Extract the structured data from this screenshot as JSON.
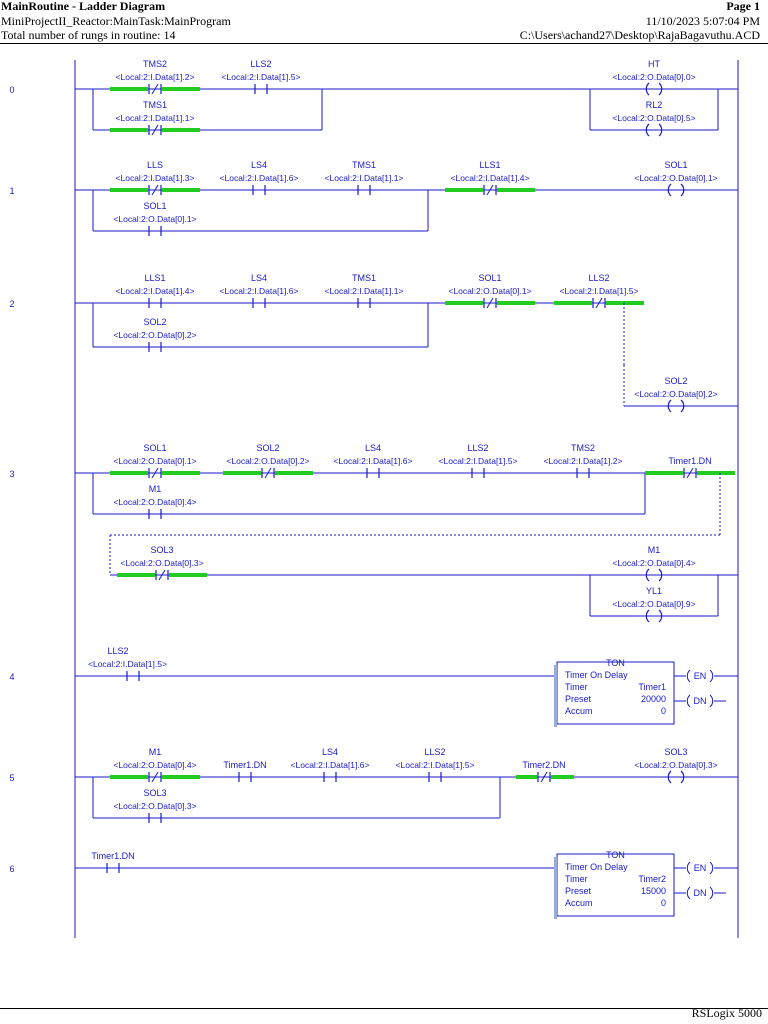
{
  "header": {
    "title": "MainRoutine - Ladder Diagram",
    "page": "Page 1",
    "program_path": "MiniProjectII_Reactor:MainTask:MainProgram",
    "timestamp": "11/10/2023 5:07:04 PM",
    "rung_count": "Total number of rungs in routine: 14",
    "file_path": "C:\\Users\\achand27\\Desktop\\RajaBagavuthu.ACD"
  },
  "footer": {
    "product": "RSLogix 5000"
  },
  "colors": {
    "wire": "#1a1acc",
    "energized": "#22cc22",
    "text": "#1a1acc"
  },
  "rungs": [
    {
      "number": "0",
      "instructions": [
        {
          "type": "XIO",
          "name": "TMS2",
          "address": "<Local:2:I.Data[1].2>",
          "energized": true
        },
        {
          "type": "XIC",
          "name": "LLS2",
          "address": "<Local:2:I.Data[1].5>",
          "energized": false
        },
        {
          "type": "XIO",
          "name": "TMS1",
          "address": "<Local:2:I.Data[1].1>",
          "energized": true,
          "branch": true
        },
        {
          "type": "OTE",
          "name": "HT",
          "address": "<Local:2:O.Data[0].0>"
        },
        {
          "type": "OTE",
          "name": "RL2",
          "address": "<Local:2:O.Data[0].5>",
          "branch": true
        }
      ]
    },
    {
      "number": "1",
      "instructions": [
        {
          "type": "XIO",
          "name": "LLS",
          "address": "<Local:2:I.Data[1].3>",
          "energized": true
        },
        {
          "type": "XIC",
          "name": "LS4",
          "address": "<Local:2:I.Data[1].6>",
          "energized": false
        },
        {
          "type": "XIC",
          "name": "TMS1",
          "address": "<Local:2:I.Data[1].1>",
          "energized": false
        },
        {
          "type": "XIC",
          "name": "SOL1",
          "address": "<Local:2:O.Data[0].1>",
          "energized": false,
          "branch": true
        },
        {
          "type": "XIO",
          "name": "LLS1",
          "address": "<Local:2:I.Data[1].4>",
          "energized": true
        },
        {
          "type": "OTE",
          "name": "SOL1",
          "address": "<Local:2:O.Data[0].1>"
        }
      ]
    },
    {
      "number": "2",
      "instructions": [
        {
          "type": "XIC",
          "name": "LLS1",
          "address": "<Local:2:I.Data[1].4>",
          "energized": false
        },
        {
          "type": "XIC",
          "name": "LS4",
          "address": "<Local:2:I.Data[1].6>",
          "energized": false
        },
        {
          "type": "XIC",
          "name": "TMS1",
          "address": "<Local:2:I.Data[1].1>",
          "energized": false
        },
        {
          "type": "XIC",
          "name": "SOL2",
          "address": "<Local:2:O.Data[0].2>",
          "energized": false,
          "branch": true
        },
        {
          "type": "XIO",
          "name": "SOL1",
          "address": "<Local:2:O.Data[0].1>",
          "energized": true
        },
        {
          "type": "XIO",
          "name": "LLS2",
          "address": "<Local:2:I.Data[1].5>",
          "energized": true
        },
        {
          "type": "OTE",
          "name": "SOL2",
          "address": "<Local:2:O.Data[0].2>"
        }
      ]
    },
    {
      "number": "3",
      "instructions": [
        {
          "type": "XIO",
          "name": "SOL1",
          "address": "<Local:2:O.Data[0].1>",
          "energized": true
        },
        {
          "type": "XIO",
          "name": "SOL2",
          "address": "<Local:2:O.Data[0].2>",
          "energized": true
        },
        {
          "type": "XIC",
          "name": "LS4",
          "address": "<Local:2:I.Data[1].6>",
          "energized": false
        },
        {
          "type": "XIC",
          "name": "LLS2",
          "address": "<Local:2:I.Data[1].5>",
          "energized": false
        },
        {
          "type": "XIC",
          "name": "TMS2",
          "address": "<Local:2:I.Data[1].2>",
          "energized": false
        },
        {
          "type": "XIC",
          "name": "M1",
          "address": "<Local:2:O.Data[0].4>",
          "energized": false,
          "branch": true
        },
        {
          "type": "XIO",
          "name": "Timer1.DN",
          "address": "",
          "energized": true
        },
        {
          "type": "XIO",
          "name": "SOL3",
          "address": "<Local:2:O.Data[0].3>",
          "energized": true
        },
        {
          "type": "OTE",
          "name": "M1",
          "address": "<Local:2:O.Data[0].4>"
        },
        {
          "type": "OTE",
          "name": "YL1",
          "address": "<Local:2:O.Data[0].9>",
          "branch": true
        }
      ]
    },
    {
      "number": "4",
      "instructions": [
        {
          "type": "XIC",
          "name": "LLS2",
          "address": "<Local:2:I.Data[1].5>",
          "energized": false
        }
      ],
      "timer": {
        "kind": "TON",
        "title": "Timer On Delay",
        "timer_label": "Timer",
        "timer_value": "Timer1",
        "preset_label": "Preset",
        "preset_value": "20000",
        "accum_label": "Accum",
        "accum_value": "0",
        "en": "EN",
        "dn": "DN"
      }
    },
    {
      "number": "5",
      "instructions": [
        {
          "type": "XIO",
          "name": "M1",
          "address": "<Local:2:O.Data[0].4>",
          "energized": true
        },
        {
          "type": "XIC",
          "name": "Timer1.DN",
          "address": "",
          "energized": false
        },
        {
          "type": "XIC",
          "name": "LS4",
          "address": "<Local:2:I.Data[1].6>",
          "energized": false
        },
        {
          "type": "XIC",
          "name": "LLS2",
          "address": "<Local:2:I.Data[1].5>",
          "energized": false
        },
        {
          "type": "XIC",
          "name": "SOL3",
          "address": "<Local:2:O.Data[0].3>",
          "energized": false,
          "branch": true
        },
        {
          "type": "XIO",
          "name": "Timer2.DN",
          "address": "",
          "energized": true
        },
        {
          "type": "OTE",
          "name": "SOL3",
          "address": "<Local:2:O.Data[0].3>"
        }
      ]
    },
    {
      "number": "6",
      "instructions": [
        {
          "type": "XIC",
          "name": "Timer1.DN",
          "address": "",
          "energized": false
        }
      ],
      "timer": {
        "kind": "TON",
        "title": "Timer On Delay",
        "timer_label": "Timer",
        "timer_value": "Timer2",
        "preset_label": "Preset",
        "preset_value": "15000",
        "accum_label": "Accum",
        "accum_value": "0",
        "en": "EN",
        "dn": "DN"
      }
    }
  ]
}
